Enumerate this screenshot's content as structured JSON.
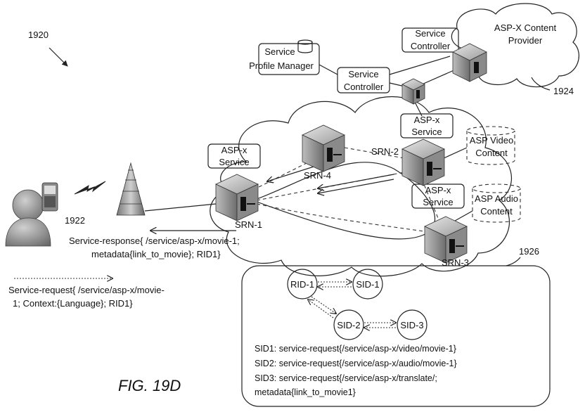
{
  "figure": {
    "ref_main": "1920",
    "ref_user": "1922",
    "ref_provider": "1924",
    "ref_table": "1926",
    "caption": "FIG. 19D"
  },
  "nodes": {
    "srn1": "SRN-1",
    "srn2": "SRN-2",
    "srn3": "SRN-3",
    "srn4": "SRN-4"
  },
  "boxes": {
    "profile_manager": [
      "Service",
      "Profile Manager"
    ],
    "controller_a": [
      "Service",
      "Controller"
    ],
    "controller_b": [
      "Service",
      "Controller"
    ],
    "asp_service_left": [
      "ASP-x",
      "Service"
    ],
    "asp_service_top": [
      "ASP-x",
      "Service"
    ],
    "asp_service_right": [
      "ASP-x",
      "Service"
    ],
    "video_content": [
      "ASP Video",
      "Content"
    ],
    "audio_content": [
      "ASP Audio",
      "Content"
    ],
    "provider_cloud": [
      "ASP-X Content",
      "Provider"
    ]
  },
  "messages": {
    "response": [
      "Service-response{ /service/asp-x/movie-1;",
      "metadata{link_to_movie}; RID1}"
    ],
    "request": [
      "Service-request{ /service/asp-x/movie-",
      "1;  Context:{Language}; RID1}"
    ]
  },
  "graph": {
    "rid1": "RID-1",
    "sid1": "SID-1",
    "sid2": "SID-2",
    "sid3": "SID-3"
  },
  "sid_lines": [
    "SID1: service-request{/service/asp-x/video/movie-1}",
    "SID2: service-request{/service/asp-x/audio/movie-1}",
    "SID3: service-request{/service/asp-x/translate/;",
    "metadata{link_to_movie1}"
  ]
}
